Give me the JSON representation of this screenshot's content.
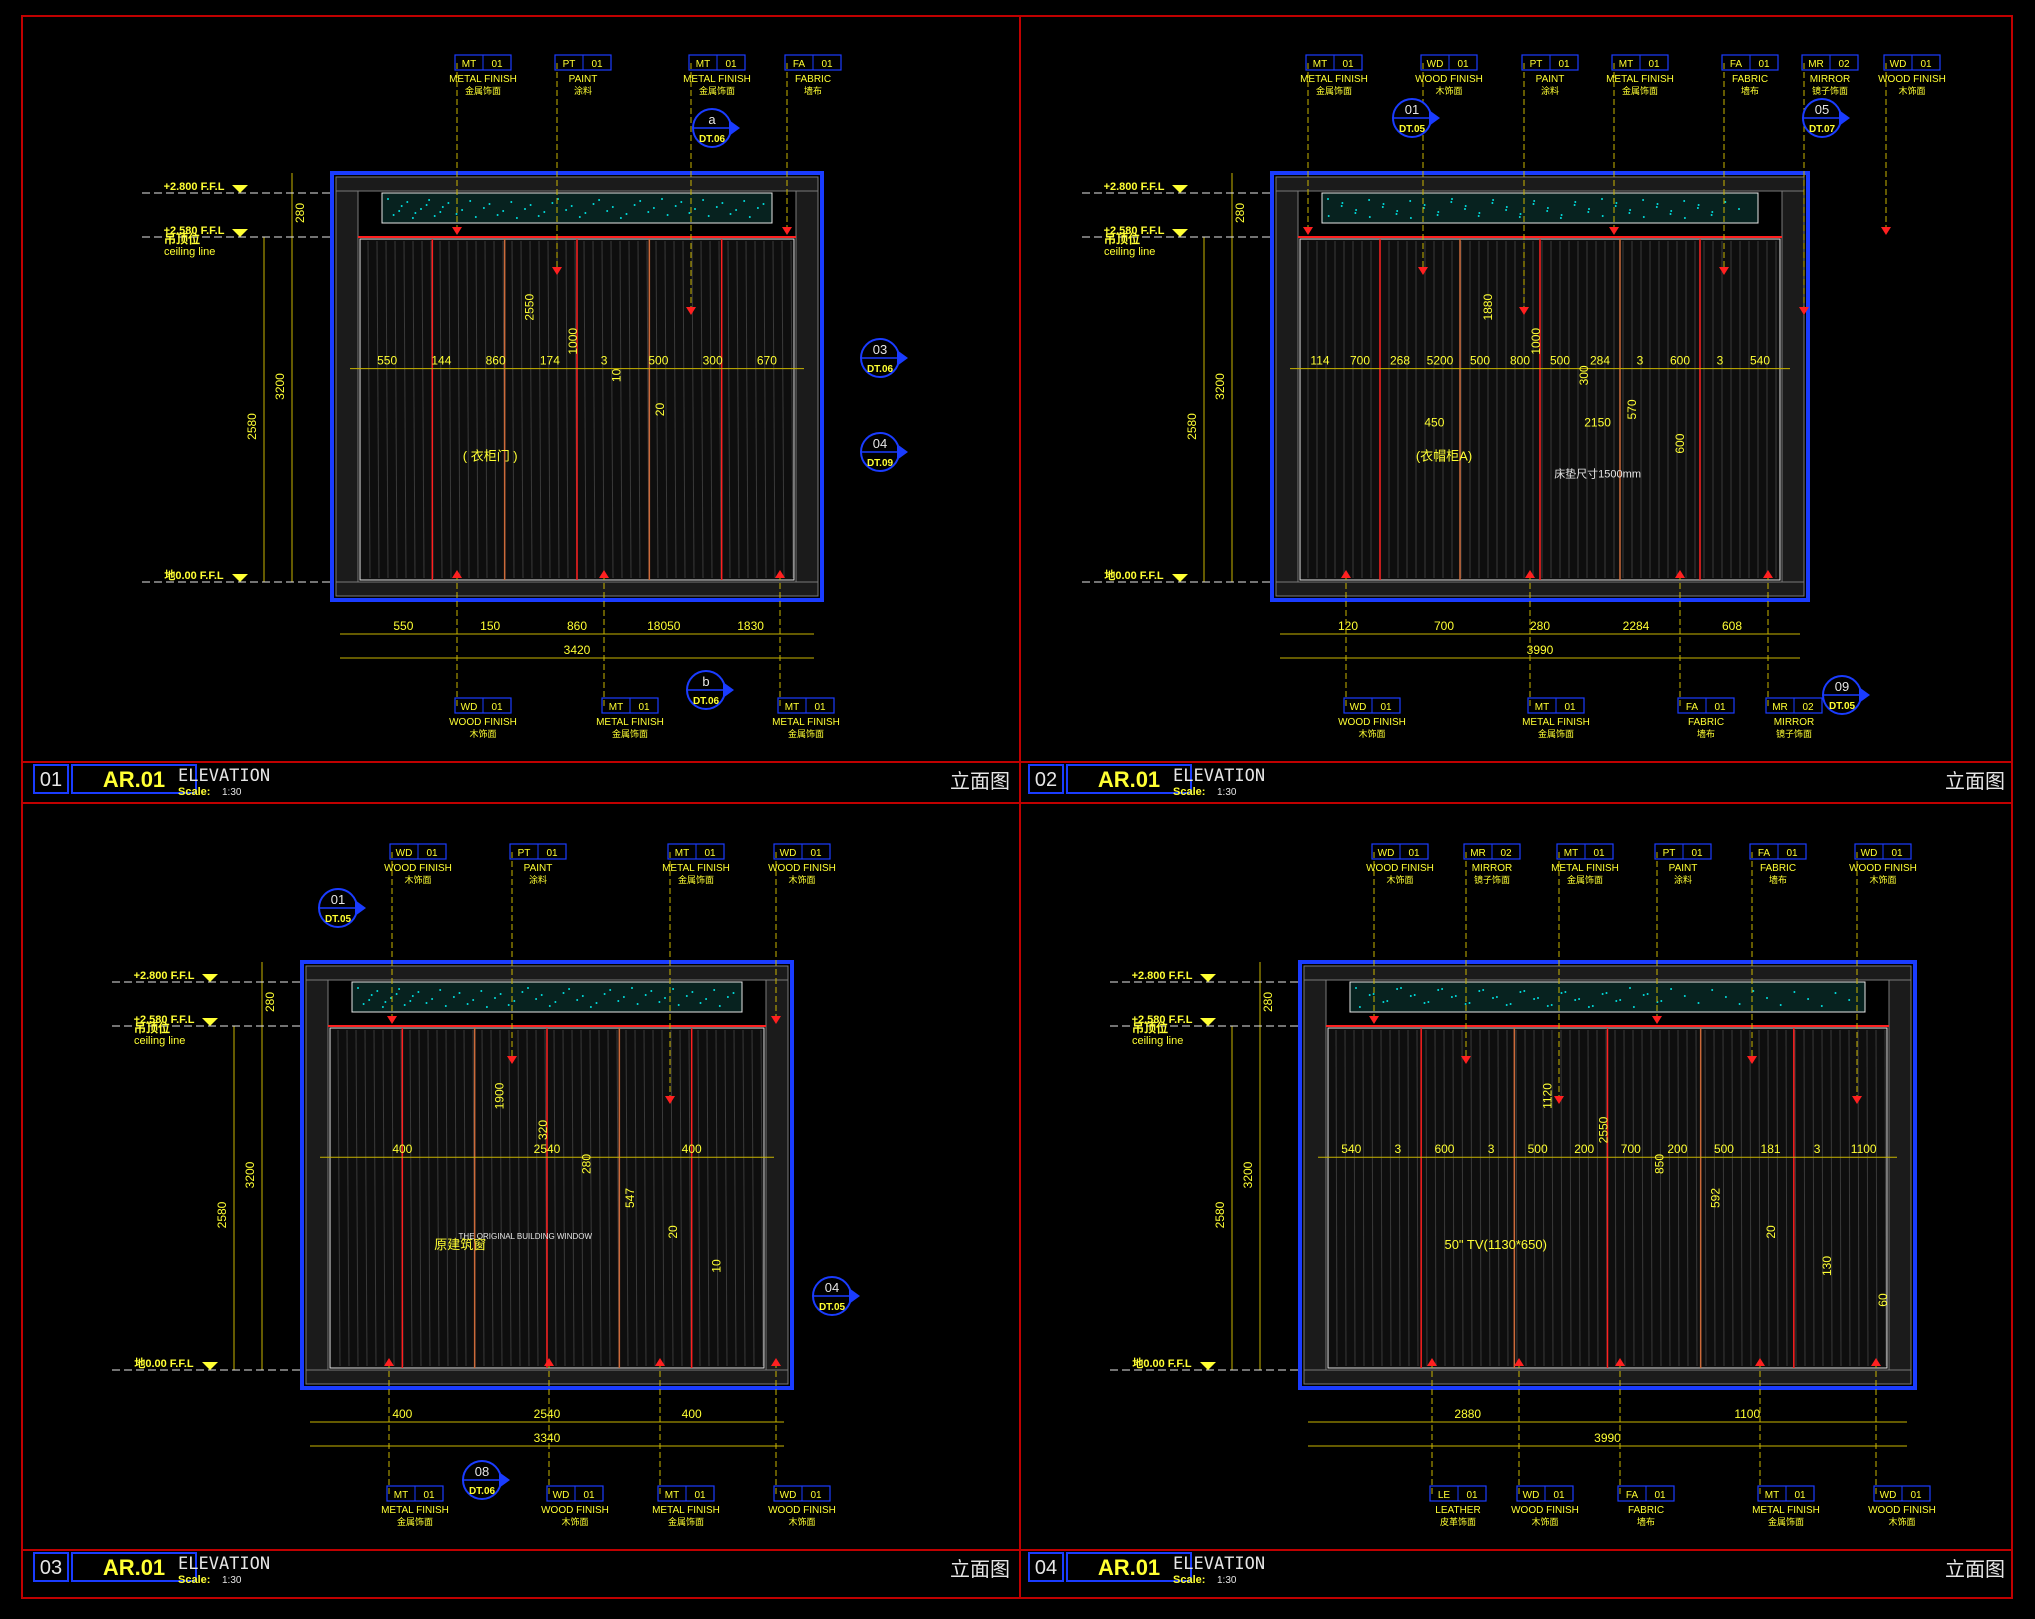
{
  "sheet": {
    "background": "#000000",
    "frame_color": "#c00000"
  },
  "colors": {
    "wall": "#1a3cff",
    "finish": "#c8b400",
    "label": "#ffff33",
    "red": "#ff2020",
    "white": "#e6e6e6",
    "grey": "#7a7a7a",
    "cyan": "#00e0e0"
  },
  "common": {
    "ceiling_cn": "吊顶位",
    "ceiling_en": "ceiling line",
    "floor_level": "地0.00 F.F.L",
    "top_level_280": "+2.800 F.F.L",
    "ceiling_level": "+2.580 F.F.L",
    "title": "ELEVATION",
    "scale_label": "Scale:",
    "scale_value": "1:30",
    "title_cn": "立面图",
    "sheet_ref": "AR.01"
  },
  "panels": [
    {
      "id": "panel-01",
      "number": "01",
      "tags_top": [
        {
          "code": "MT",
          "num": "01",
          "en": "METAL FINISH",
          "cn": "金属饰面"
        },
        {
          "code": "PT",
          "num": "01",
          "en": "PAINT",
          "cn": "涂料"
        },
        {
          "code": "MT",
          "num": "01",
          "en": "METAL FINISH",
          "cn": "金属饰面"
        },
        {
          "code": "FA",
          "num": "01",
          "en": "FABRIC",
          "cn": "墙布"
        }
      ],
      "tags_bottom": [
        {
          "code": "WD",
          "num": "01",
          "en": "WOOD FINISH",
          "cn": "木饰面"
        },
        {
          "code": "MT",
          "num": "01",
          "en": "METAL FINISH",
          "cn": "金属饰面"
        },
        {
          "code": "MT",
          "num": "01",
          "en": "METAL FINISH",
          "cn": "金属饰面"
        }
      ],
      "bubbles": [
        {
          "num": "a",
          "ref": "DT.06"
        },
        {
          "num": "03",
          "ref": "DT.06"
        },
        {
          "num": "04",
          "ref": "DT.09"
        },
        {
          "num": "b",
          "ref": "DT.06"
        }
      ],
      "dims_mid": [
        "550",
        "144",
        "860",
        "174",
        "3",
        "500",
        "300",
        "670"
      ],
      "dims_bottom": [
        "550",
        "150",
        "860",
        "18050",
        "1830"
      ],
      "dim_total": "3420",
      "dims_vertical": [
        "280",
        "3200",
        "2580",
        "2550",
        "1000",
        "10",
        "20"
      ],
      "note": "( 衣柜门 )"
    },
    {
      "id": "panel-02",
      "number": "02",
      "tags_top": [
        {
          "code": "MT",
          "num": "01",
          "en": "METAL FINISH",
          "cn": "金属饰面"
        },
        {
          "code": "WD",
          "num": "01",
          "en": "WOOD FINISH",
          "cn": "木饰面"
        },
        {
          "code": "PT",
          "num": "01",
          "en": "PAINT",
          "cn": "涂料"
        },
        {
          "code": "MT",
          "num": "01",
          "en": "METAL FINISH",
          "cn": "金属饰面"
        },
        {
          "code": "FA",
          "num": "01",
          "en": "FABRIC",
          "cn": "墙布"
        },
        {
          "code": "MR",
          "num": "02",
          "en": "MIRROR",
          "cn": "镜子饰面"
        },
        {
          "code": "WD",
          "num": "01",
          "en": "WOOD FINISH",
          "cn": "木饰面"
        }
      ],
      "tags_bottom": [
        {
          "code": "WD",
          "num": "01",
          "en": "WOOD FINISH",
          "cn": "木饰面"
        },
        {
          "code": "MT",
          "num": "01",
          "en": "METAL FINISH",
          "cn": "金属饰面"
        },
        {
          "code": "FA",
          "num": "01",
          "en": "FABRIC",
          "cn": "墙布"
        },
        {
          "code": "MR",
          "num": "02",
          "en": "MIRROR",
          "cn": "镜子饰面"
        }
      ],
      "bubbles": [
        {
          "num": "01",
          "ref": "DT.05"
        },
        {
          "num": "05",
          "ref": "DT.07"
        },
        {
          "num": "09",
          "ref": "DT.05"
        }
      ],
      "dims_mid": [
        "114",
        "700",
        "268",
        "5200",
        "500",
        "800",
        "500",
        "284",
        "3",
        "600",
        "3",
        "540"
      ],
      "dims_bottom": [
        "120",
        "700",
        "280",
        "2284",
        "608"
      ],
      "dim_total": "3990",
      "dims_vertical": [
        "280",
        "3200",
        "2580",
        "1880",
        "1000",
        "300",
        "570",
        "600"
      ],
      "note": "(衣帽柜A)",
      "note2": "2150",
      "note3": "450",
      "bed_note": "床垫尺寸1500mm"
    },
    {
      "id": "panel-03",
      "number": "03",
      "tags_top": [
        {
          "code": "WD",
          "num": "01",
          "en": "WOOD FINISH",
          "cn": "木饰面"
        },
        {
          "code": "PT",
          "num": "01",
          "en": "PAINT",
          "cn": "涂料"
        },
        {
          "code": "MT",
          "num": "01",
          "en": "METAL FINISH",
          "cn": "金属饰面"
        },
        {
          "code": "WD",
          "num": "01",
          "en": "WOOD FINISH",
          "cn": "木饰面"
        }
      ],
      "tags_bottom": [
        {
          "code": "MT",
          "num": "01",
          "en": "METAL FINISH",
          "cn": "金属饰面"
        },
        {
          "code": "WD",
          "num": "01",
          "en": "WOOD FINISH",
          "cn": "木饰面"
        },
        {
          "code": "MT",
          "num": "01",
          "en": "METAL FINISH",
          "cn": "金属饰面"
        },
        {
          "code": "WD",
          "num": "01",
          "en": "WOOD FINISH",
          "cn": "木饰面"
        }
      ],
      "bubbles": [
        {
          "num": "01",
          "ref": "DT.05"
        },
        {
          "num": "04",
          "ref": "DT.05"
        },
        {
          "num": "08",
          "ref": "DT.06"
        }
      ],
      "dims_mid": [
        "400",
        "2540",
        "400"
      ],
      "dims_bottom": [
        "400",
        "2540",
        "400"
      ],
      "dim_total": "3340",
      "dims_vertical": [
        "280",
        "3200",
        "2580",
        "1900",
        "320",
        "280",
        "547",
        "20",
        "10"
      ],
      "note": "原建筑窗",
      "note_en": "THE ORIGINAL BUILDING WINDOW"
    },
    {
      "id": "panel-04",
      "number": "04",
      "tags_top": [
        {
          "code": "WD",
          "num": "01",
          "en": "WOOD FINISH",
          "cn": "木饰面"
        },
        {
          "code": "MR",
          "num": "02",
          "en": "MIRROR",
          "cn": "镜子饰面"
        },
        {
          "code": "MT",
          "num": "01",
          "en": "METAL FINISH",
          "cn": "金属饰面"
        },
        {
          "code": "PT",
          "num": "01",
          "en": "PAINT",
          "cn": "涂料"
        },
        {
          "code": "FA",
          "num": "01",
          "en": "FABRIC",
          "cn": "墙布"
        },
        {
          "code": "WD",
          "num": "01",
          "en": "WOOD FINISH",
          "cn": "木饰面"
        }
      ],
      "tags_bottom": [
        {
          "code": "LE",
          "num": "01",
          "en": "LEATHER",
          "cn": "皮革饰面"
        },
        {
          "code": "WD",
          "num": "01",
          "en": "WOOD FINISH",
          "cn": "木饰面"
        },
        {
          "code": "FA",
          "num": "01",
          "en": "FABRIC",
          "cn": "墙布"
        },
        {
          "code": "MT",
          "num": "01",
          "en": "METAL FINISH",
          "cn": "金属饰面"
        },
        {
          "code": "WD",
          "num": "01",
          "en": "WOOD FINISH",
          "cn": "木饰面"
        }
      ],
      "bubbles": [],
      "dims_mid": [
        "540",
        "3",
        "600",
        "3",
        "500",
        "200",
        "700",
        "200",
        "500",
        "181",
        "3",
        "1100"
      ],
      "dims_bottom": [
        "2880",
        "1100"
      ],
      "dim_total": "3990",
      "dims_vertical": [
        "280",
        "3200",
        "2580",
        "1120",
        "2550",
        "850",
        "592",
        "20",
        "130",
        "60"
      ],
      "note": "50\" TV(1130*650)"
    }
  ]
}
